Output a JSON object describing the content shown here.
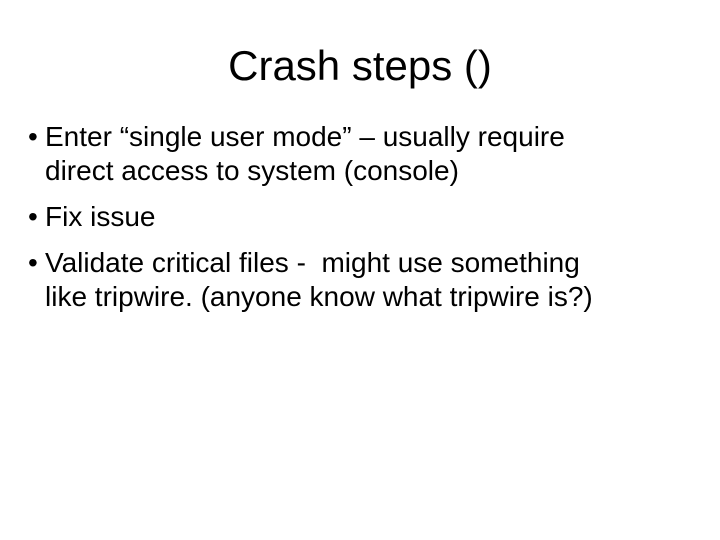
{
  "slide": {
    "title": "Crash steps ()",
    "bullet_char": "•",
    "bullets": [
      {
        "lines": [
          "Enter “single user mode” – usually require",
          "direct access to system (console)"
        ]
      },
      {
        "lines": [
          "Fix issue"
        ]
      },
      {
        "lines": [
          "Validate critical files -  might use something",
          "like tripwire. (anyone know what tripwire is?)"
        ]
      }
    ],
    "colors": {
      "background": "#ffffff",
      "text": "#000000"
    }
  }
}
